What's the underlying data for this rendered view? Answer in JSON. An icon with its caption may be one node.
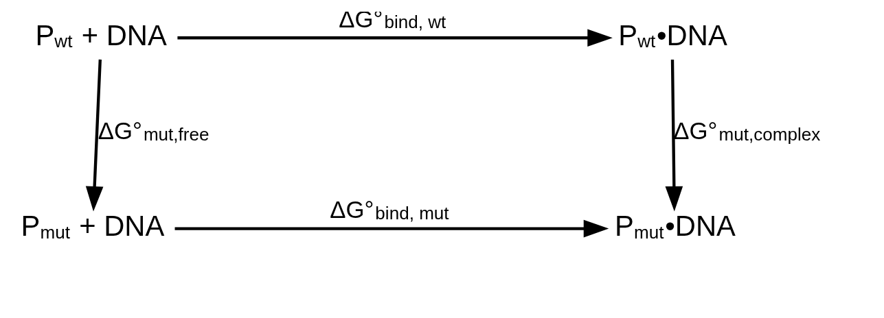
{
  "diagram": {
    "nodes": [
      {
        "text": [
          "P$_{wt}$ + DNA"
        ]
      },
      {
        "text": [
          "P$_{wt}$•DNA"
        ]
      },
      {
        "text": [
          "P$_{mut}$ + DNA"
        ]
      },
      {
        "text": [
          "P$_{mut}$•DNA"
        ]
      }
    ],
    "edges": [
      {
        "from": 0,
        "to": 1,
        "arrow": "to",
        "label": "ΔG°$_{bind, wt}$"
      },
      {
        "from": 0,
        "to": 2,
        "arrow": "to",
        "label": "ΔG°$_{mut,free}$"
      },
      {
        "from": 1,
        "to": 3,
        "arrow": "to",
        "label": "ΔG°$_{mut,complex}$"
      },
      {
        "from": 2,
        "to": 3,
        "arrow": "to",
        "label": "ΔG°$_{bind, mut}$"
      }
    ]
  }
}
